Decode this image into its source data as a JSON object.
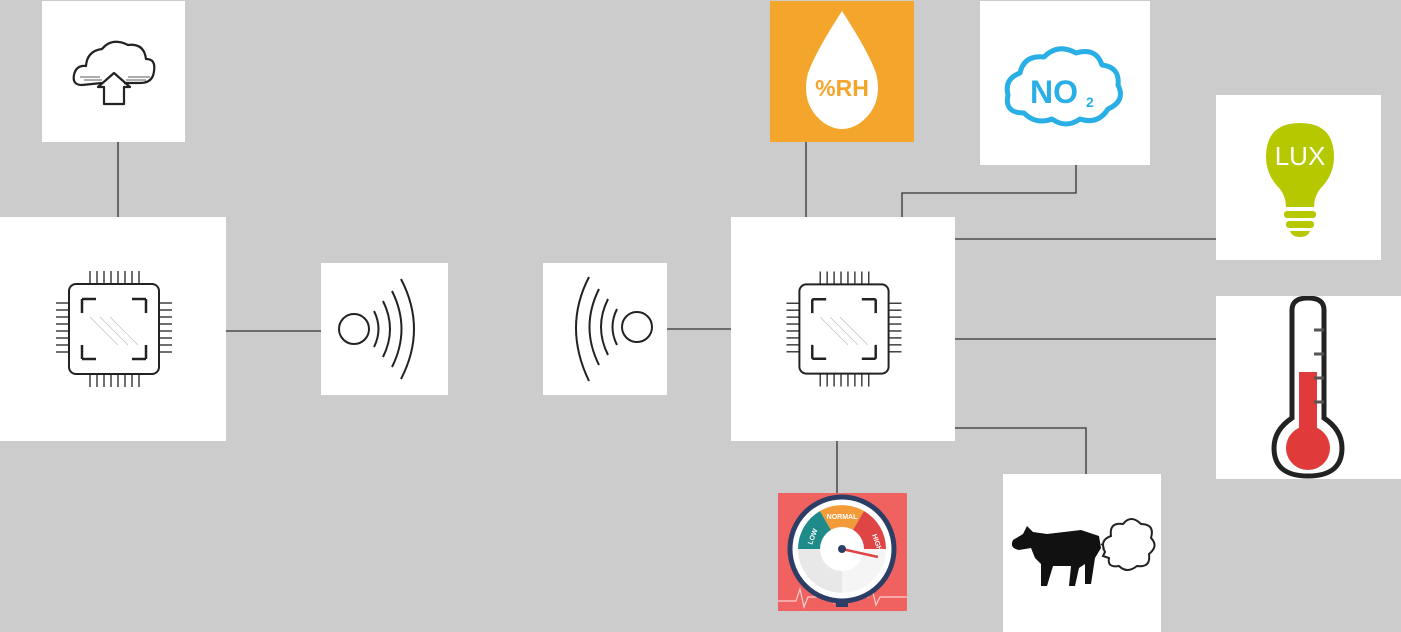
{
  "colors": {
    "background": "#cccccc",
    "node_bg": "#ffffff",
    "humidity_bg": "#f4a52c",
    "no2_blue": "#29aee6",
    "lux_green": "#b5c800",
    "thermo_red": "#e03a3a",
    "gauge_red": "#f0625f",
    "gauge_teal": "#1e8a8a",
    "gauge_orange": "#f29b38",
    "cow_black": "#111111"
  },
  "nodes": {
    "cloud": {
      "icon": "cloud-upload-icon"
    },
    "gateway_chip": {
      "icon": "microchip-icon"
    },
    "gateway_radio": {
      "icon": "wireless-transmit-icon"
    },
    "sensor_radio": {
      "icon": "wireless-receive-icon"
    },
    "sensor_chip": {
      "icon": "microchip-icon"
    },
    "humidity": {
      "icon": "water-drop-icon",
      "label": "%RH"
    },
    "no2": {
      "icon": "cloud-gas-icon",
      "label": "NO",
      "subscript": "2"
    },
    "lux": {
      "icon": "light-bulb-icon",
      "label": "LUX"
    },
    "temperature": {
      "icon": "thermometer-icon"
    },
    "gauge": {
      "icon": "blood-pressure-gauge-icon",
      "zones": [
        "LOW",
        "NORMAL",
        "HIGH"
      ]
    },
    "cow": {
      "icon": "cow-breath-icon"
    }
  }
}
